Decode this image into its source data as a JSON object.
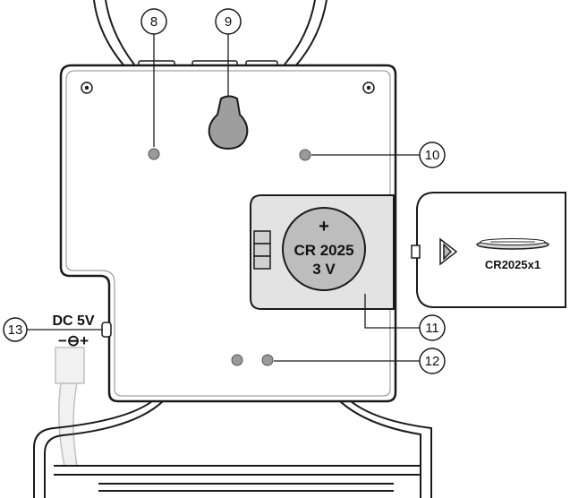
{
  "callouts": {
    "c8": "8",
    "c9": "9",
    "c10": "10",
    "c11": "11",
    "c12": "12",
    "c13": "13"
  },
  "battery": {
    "plus_sign": "+",
    "model": "CR 2025",
    "voltage": "3 V"
  },
  "battery_cover": {
    "label": "CR2025x1"
  },
  "dc_jack": {
    "label": "DC 5V",
    "polarity": "−⊖+"
  },
  "colors": {
    "outline": "#1a1a1a",
    "housing": "#ffffff",
    "battery_fill": "#bdbdbd",
    "compartment_fill": "#e3e3e3",
    "screw_hole": "#9a9a9a",
    "stand_fill": "#f4f4f4"
  }
}
